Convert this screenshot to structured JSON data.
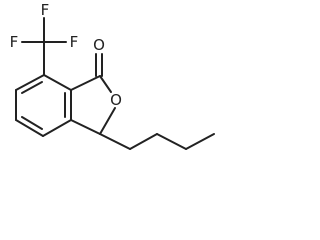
{
  "molecule": {
    "atoms": {
      "f_top": "F",
      "f_left": "F",
      "f_right": "F",
      "carbonyl_o": "O",
      "ring_o": "O"
    }
  }
}
